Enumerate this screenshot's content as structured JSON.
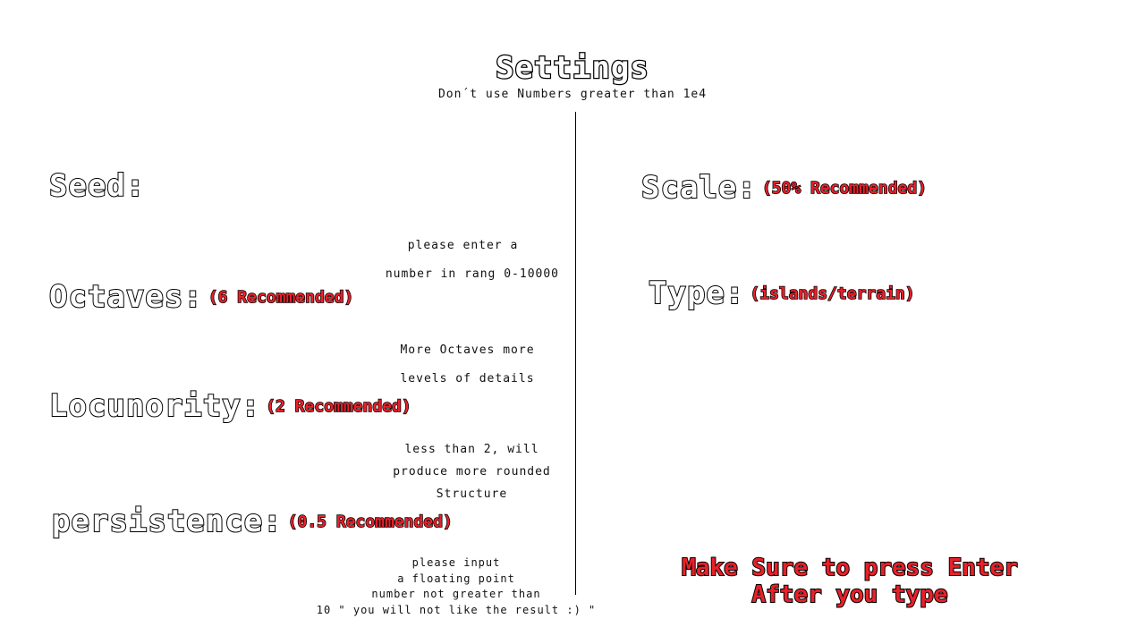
{
  "header": {
    "title": "Settings",
    "subtitle": "Don´t use Numbers greater than 1e4"
  },
  "left": {
    "seed": {
      "label": "Seed:",
      "help": [
        "please enter a",
        "number in rang 0-10000"
      ]
    },
    "octaves": {
      "label": "Octaves:",
      "note": "(6 Recommended)",
      "help": [
        "More Octaves more",
        "levels of details"
      ]
    },
    "lacunarity": {
      "label": "Locunority:",
      "note": "(2 Recommended)",
      "help": [
        "less than 2, will",
        "produce more rounded",
        "Structure"
      ]
    },
    "persistence": {
      "label": "persistence:",
      "note": "(0.5 Recommended)",
      "help": [
        "please input",
        "a floating point",
        "number not greater than",
        "10 \" you will not like the result :) \""
      ]
    }
  },
  "right": {
    "scale": {
      "label": "Scale:",
      "note": "(50% Recommended)"
    },
    "type": {
      "label": "Type:",
      "note": "(islands/terrain)"
    },
    "enter_note": [
      "Make Sure to press Enter",
      "After you type"
    ]
  },
  "colors": {
    "accent_red": "#e8202a",
    "outline": "#000000",
    "background": "#ffffff"
  }
}
